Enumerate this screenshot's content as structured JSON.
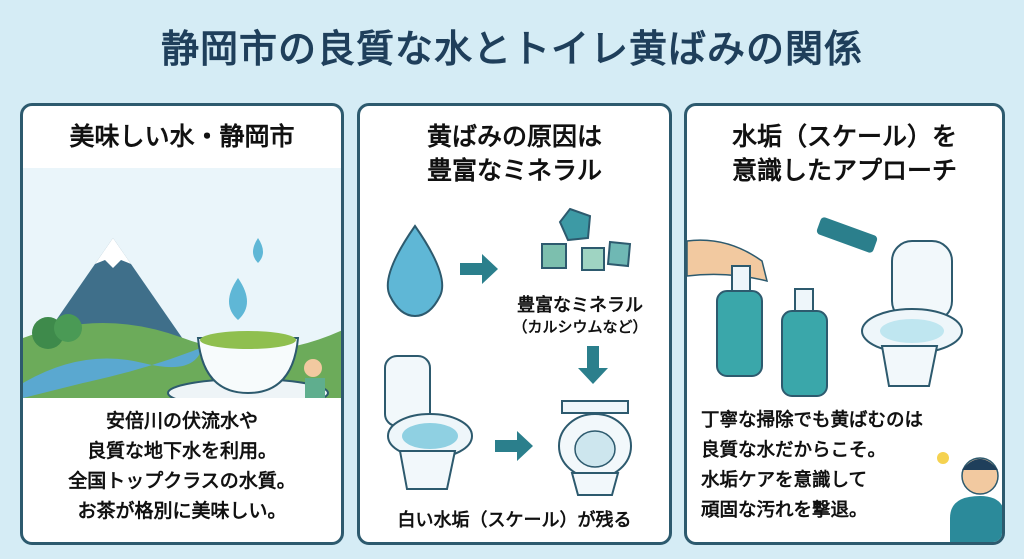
{
  "title": "静岡市の良質な水とトイレ黄ばみの関係",
  "panels": [
    {
      "title": "美味しい水・静岡市",
      "body": [
        "安倍川の伏流水や",
        "良質な地下水を利用。",
        "全国トップクラスの水質。",
        "お茶が格別に美味しい。"
      ]
    },
    {
      "title_lines": [
        "黄ばみの原因は",
        "豊富なミネラル"
      ],
      "mineral_label": "豊富なミネラル",
      "mineral_sub": "（カルシウムなど）",
      "caption": "白い水垢（スケール）が残る"
    },
    {
      "title_lines": [
        "水垢（スケール）を",
        "意識したアプローチ"
      ],
      "body": [
        "丁寧な掃除でも黄ばむのは",
        "良質な水だからこそ。",
        "水垢ケアを意識して",
        "頑固な汚れを撃退。"
      ]
    }
  ],
  "colors": {
    "bg": "#d5ecf5",
    "title": "#1f3f5b",
    "border": "#2d5a6e",
    "teal": "#2b7f8c",
    "water": "#5fb7d6"
  }
}
